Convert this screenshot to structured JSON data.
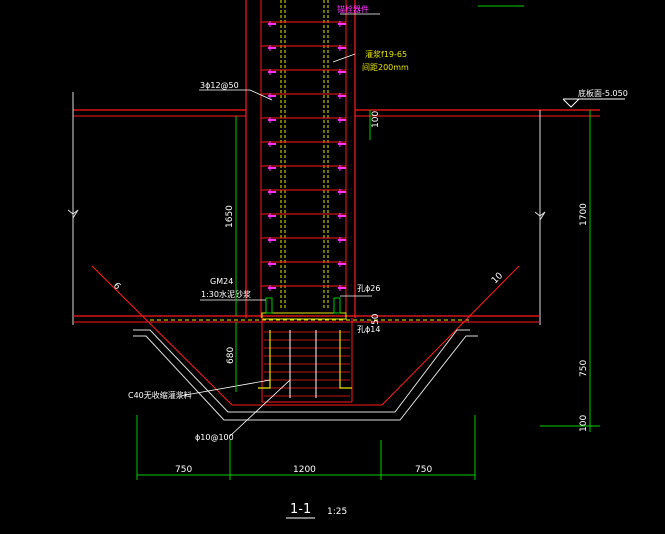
{
  "colors": {
    "red": "#ff1a1a",
    "yellow": "#e6e600",
    "magenta": "#ff33ff",
    "green": "#00cc00",
    "white": "#ffffff"
  },
  "annotations": {
    "anchor_bolt": "锚栓器件",
    "grout": "灌浆f19-65",
    "grout_spacing": "间距200mm",
    "rebar_ring": "3ɸ12@50",
    "elevation": "底板面-5.050",
    "gm_label": "GM24",
    "ratio_label": "1:30水泥砂浆",
    "hole_label": "孔ɸ26",
    "hole2_label": "孔ɸ14",
    "bottom_label": "C40无收缩灌浆料",
    "stirrup_label": "ɸ10@100"
  },
  "dimensions": {
    "d100": "100",
    "d1650": "1650",
    "d1700": "1700",
    "d680": "680",
    "d750v": "750",
    "d100b": "100",
    "d50": "50",
    "w750l": "750",
    "w1200": "1200",
    "w750r": "750"
  },
  "slope_labels": {
    "left": "6",
    "right": "10"
  },
  "title": {
    "section": "1-1",
    "scale": "1:25"
  }
}
